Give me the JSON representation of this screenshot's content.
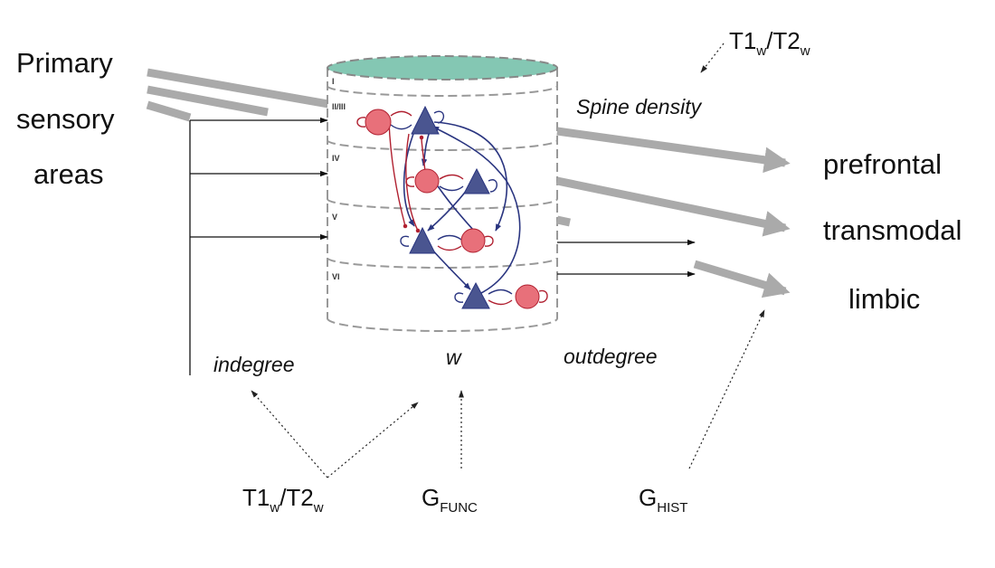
{
  "sources": [
    "Primary",
    "sensory",
    "areas"
  ],
  "targets": [
    "prefrontal",
    "transmodal",
    "limbic"
  ],
  "layers": [
    "I",
    "II/III",
    "IV",
    "V",
    "VI"
  ],
  "labels": {
    "spine_density": "Spine density",
    "indegree": "indegree",
    "w": "w",
    "outdegree": "outdegree"
  },
  "measures": {
    "t1t2_top": {
      "a": "T1",
      "a_sub": "w",
      "sep": "/T2",
      "b_sub": "w"
    },
    "t1t2_bottom": {
      "a": "T1",
      "a_sub": "w",
      "sep": "/T2",
      "b_sub": "w"
    },
    "g_func": {
      "main": "G",
      "sub": "FUNC"
    },
    "g_hist": {
      "main": "G",
      "sub": "HIST"
    }
  },
  "colors": {
    "excitatory": "#4a5590",
    "inhibitory": "#e8707a",
    "cylinder_top": "#84c7b3",
    "flow_arrow": "#aaaaaa"
  }
}
